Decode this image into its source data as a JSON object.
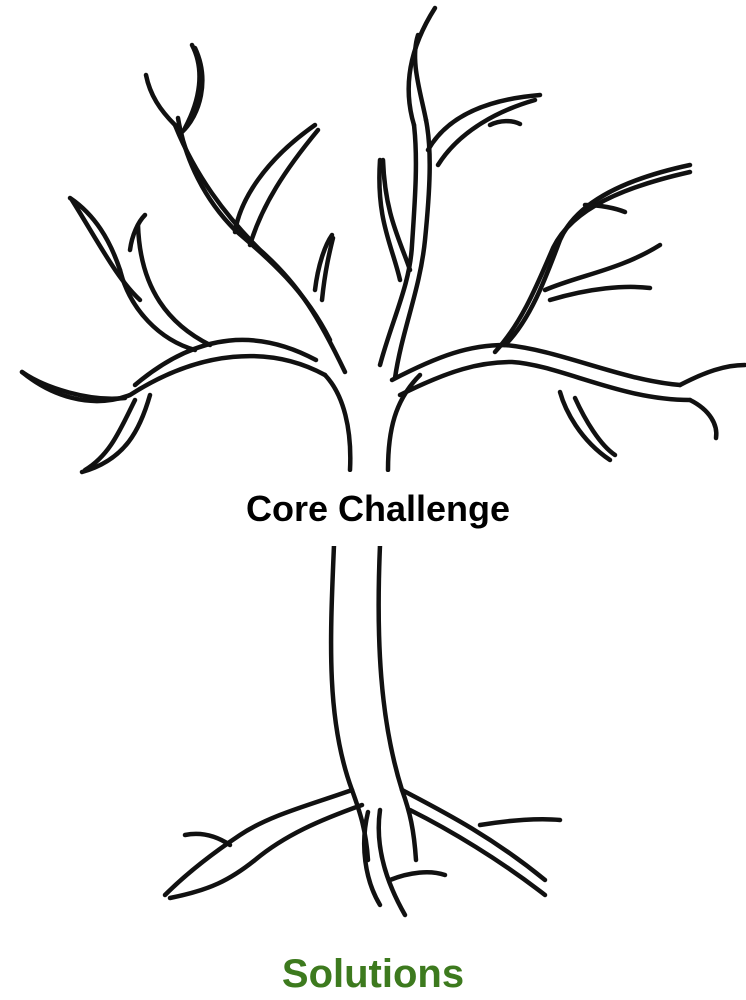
{
  "diagram": {
    "core_challenge_label": "Core Challenge",
    "solutions_label": "Solutions",
    "colors": {
      "outline": "#111111",
      "core_text": "#000000",
      "solutions_text": "#3d7a1e"
    },
    "tree_icon": "bare-tree-outline"
  }
}
